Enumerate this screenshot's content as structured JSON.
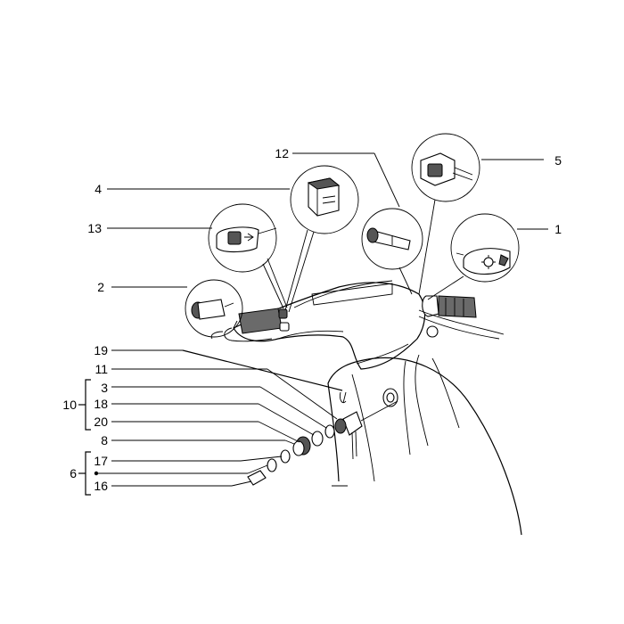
{
  "callouts": [
    {
      "id": "1",
      "text": "1"
    },
    {
      "id": "2",
      "text": "2"
    },
    {
      "id": "3",
      "text": "3"
    },
    {
      "id": "4",
      "text": "4"
    },
    {
      "id": "5",
      "text": "5"
    },
    {
      "id": "6",
      "text": "6"
    },
    {
      "id": "8",
      "text": "8"
    },
    {
      "id": "10",
      "text": "10"
    },
    {
      "id": "11",
      "text": "11"
    },
    {
      "id": "12",
      "text": "12"
    },
    {
      "id": "13",
      "text": "13"
    },
    {
      "id": "16",
      "text": "16"
    },
    {
      "id": "17",
      "text": "17"
    },
    {
      "id": "18",
      "text": "18"
    },
    {
      "id": "19",
      "text": "19"
    },
    {
      "id": "20",
      "text": "20"
    }
  ]
}
